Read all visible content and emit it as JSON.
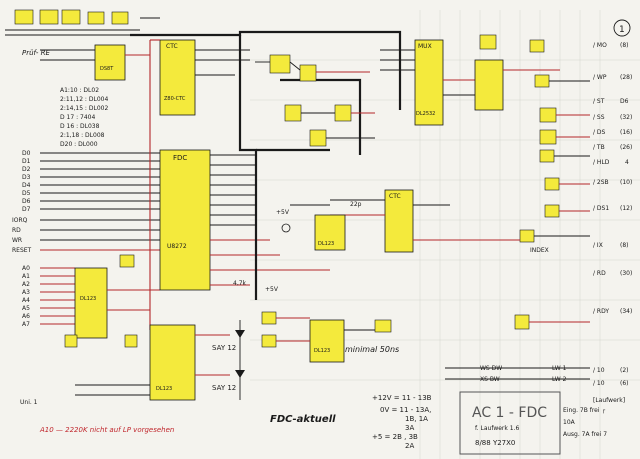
{
  "ic_labels": {
    "fdc": "FDC",
    "fdc_part": "U8272",
    "ctc": "CTC",
    "ctc_part": "Z80-CTC",
    "mux": "MUX",
    "mux_part": "DL2532",
    "top_chip": "DS8T",
    "lower_chip": "DL123",
    "lower_left": "DL123",
    "bottom_left": "DL123"
  },
  "left_notes": {
    "lines": [
      "A1:10 : DL02",
      "2:11,12 : DL004",
      "2:14,15 : DL002",
      "D 17 : 7404",
      "D 16 : DL038",
      "2:1,18 : DL008",
      "D20 : DL000"
    ]
  },
  "left_pins": [
    "D0",
    "D1",
    "D2",
    "D3",
    "D4",
    "D5",
    "D6",
    "D7",
    "IORQ",
    "RD",
    "WR",
    "RESET",
    "A0",
    "A1",
    "A2",
    "A3",
    "A4",
    "A5",
    "A6",
    "A7"
  ],
  "right_signals": [
    {
      "name": "/ MO",
      "pin": "(8)"
    },
    {
      "name": "/ WP",
      "pin": "(28)"
    },
    {
      "name": "/ ST",
      "pin": "D6"
    },
    {
      "name": "/ SS",
      "pin": "(32)"
    },
    {
      "name": "/ DS",
      "pin": "(16)"
    },
    {
      "name": "/ TB",
      "pin": "(26)"
    },
    {
      "name": "/ HLD",
      "pin": "4"
    },
    {
      "name": "/ 2SB",
      "pin": "(10)"
    },
    {
      "name": "/ DS1",
      "pin": "(12)"
    },
    {
      "name": "/ IX",
      "pin": "(8)"
    },
    {
      "name": "/ RD",
      "pin": "(30)"
    },
    {
      "name": "/ RDY",
      "pin": "(34)"
    },
    {
      "name": "/ 10",
      "pin": "(2)"
    },
    {
      "name": "/ 10",
      "pin": "(6)"
    }
  ],
  "right_labels": {
    "index": "INDEX",
    "wsdw": "WS DW",
    "xsbw": "XS BW",
    "lw1": "LW 1",
    "lw2": "LW 2",
    "laufwerk": "[Laufwerk]"
  },
  "annotations": {
    "top_left": "Prüf-\nRE",
    "plus5v": "+5V",
    "four_k7": "4,7k",
    "minimal": "minimal  50ns",
    "bottom_left": "A10 — 2220K  nicht auf LP vorgesehen",
    "fdc_title": "FDC-aktuell",
    "cap_22p": "22p",
    "say1": "SAY 12",
    "say2": "SAY 12",
    "uni": "Uni. 1"
  },
  "power": {
    "l1": "+12V = 11 - 13B",
    "l2": "0V = 11 - 13A,",
    "l3": "1B, 1A",
    "l4": "3A",
    "l5": "+5 = 2B , 3B",
    "l6": "2A"
  },
  "title_block": {
    "title": "AC 1 - FDC",
    "subtitle": "f. Laufwerk 1.6",
    "date": "8/88  Y27X0"
  },
  "bottom_right_notes": {
    "r1": "Eing. 7B  frei  ┌",
    "r2": "      10A",
    "r3": "Ausg. 7A  frei  7"
  },
  "page_mark": "1"
}
